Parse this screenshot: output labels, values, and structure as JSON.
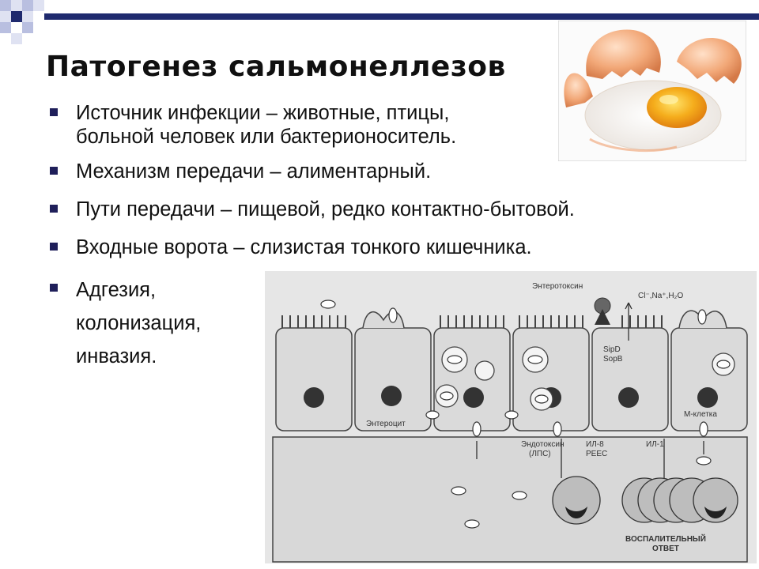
{
  "title": "Патогенез сальмонеллезов",
  "bullets": [
    {
      "lines": [
        "Источник инфекции –  животные, птицы,",
        "больной человек или бактерионоситель."
      ]
    },
    {
      "lines": [
        "Механизм  передачи – алиментарный."
      ]
    },
    {
      "lines": [
        "Пути передачи –  пищевой, редко контактно-бытовой."
      ]
    },
    {
      "lines": [
        "Входные ворота –  слизистая тонкого кишечника."
      ]
    },
    {
      "lines": [
        "Адгезия,",
        "колонизация,",
        "инвазия."
      ]
    }
  ],
  "diagram": {
    "labels": {
      "enterotoxin": "Энтеротоксин",
      "ions": "Cl⁻,Na⁺,H₂O",
      "sipd": "SipD",
      "sopb": "SopB",
      "enterocyte": "Энтероцит",
      "endotoxin": "Эндотоксин",
      "lps": "(ЛПС)",
      "il8": "ИЛ-8",
      "pees": "PEEC",
      "il1": "ИЛ-1",
      "mcell": "М-клетка",
      "inflam1": "ВОСПАЛИТЕЛЬНЫЙ",
      "inflam2": "ОТВЕТ"
    }
  },
  "colors": {
    "bullet": "#1f1f5a",
    "deco_dark": "#1f2a6e",
    "deco_light": "#b9bfe0",
    "yolk": "#f4a418",
    "shell": "#f0a070"
  }
}
